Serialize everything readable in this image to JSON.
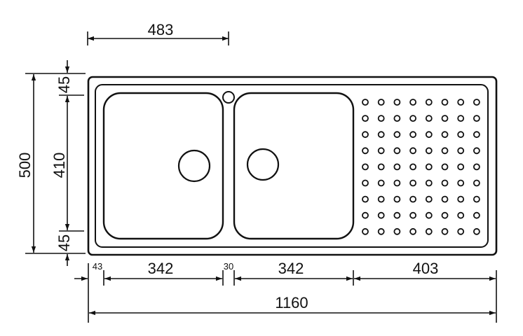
{
  "dimensions": {
    "overall_width": "1160",
    "overall_depth": "500",
    "bowl_depth": "410",
    "rim_top": "45",
    "rim_bottom": "45",
    "left_margin": "43",
    "bowl_1_width": "342",
    "divider_width": "30",
    "bowl_2_width": "342",
    "drainer_width": "403",
    "tap_offset": "483"
  },
  "drainer_grid": {
    "columns": 8,
    "rows": 9
  },
  "colors": {
    "line": "#111111",
    "background": "#ffffff"
  }
}
